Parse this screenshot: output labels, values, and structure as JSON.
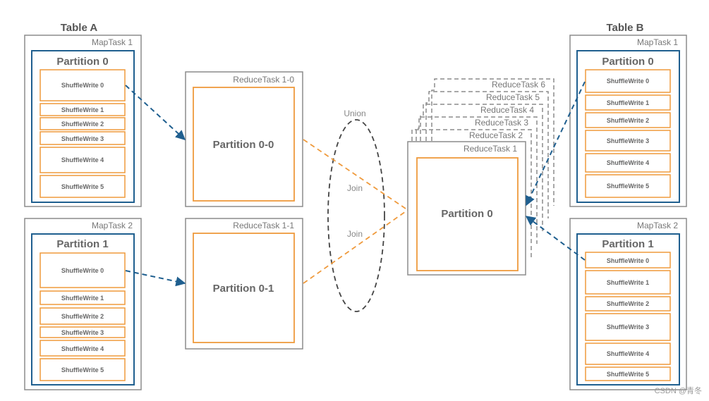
{
  "table_a": {
    "title": "Table A",
    "maptask1": {
      "label": "MapTask 1",
      "partition": "Partition 0",
      "writes": [
        "ShuffleWrite 0",
        "ShuffleWrite 1",
        "ShuffleWrite 2",
        "ShuffleWrite 3",
        "ShuffleWrite 4",
        "ShuffleWrite 5"
      ]
    },
    "maptask2": {
      "label": "MapTask 2",
      "partition": "Partition 1",
      "writes": [
        "ShuffleWrite 0",
        "ShuffleWrite 1",
        "ShuffleWrite 2",
        "ShuffleWrite 3",
        "ShuffleWrite 4",
        "ShuffleWrite 5"
      ]
    }
  },
  "reduce_left": {
    "task_1_0": {
      "label": "ReduceTask 1-0",
      "partition": "Partition 0-0"
    },
    "task_1_1": {
      "label": "ReduceTask 1-1",
      "partition": "Partition 0-1"
    }
  },
  "union": {
    "label": "Union",
    "join_labels": [
      "Join",
      "Join"
    ]
  },
  "reduce_right": {
    "stack_labels": [
      "ReduceTask 6",
      "ReduceTask 5",
      "ReduceTask 4",
      "ReduceTask 3",
      "ReduceTask 2"
    ],
    "front_label": "ReduceTask 1",
    "partition": "Partition 0"
  },
  "table_b": {
    "title": "Table B",
    "maptask1": {
      "label": "MapTask 1",
      "partition": "Partition 0",
      "writes": [
        "ShuffleWrite 0",
        "ShuffleWrite 1",
        "ShuffleWrite 2",
        "ShuffleWrite 3",
        "ShuffleWrite 4",
        "ShuffleWrite 5"
      ]
    },
    "maptask2": {
      "label": "MapTask 2",
      "partition": "Partition 1",
      "writes": [
        "ShuffleWrite 0",
        "ShuffleWrite 1",
        "ShuffleWrite 2",
        "ShuffleWrite 3",
        "ShuffleWrite 4",
        "ShuffleWrite 5"
      ]
    }
  },
  "watermark": "CSDN @青冬",
  "colors": {
    "outer_box": "#8c8c8c",
    "partition_box": "#1f5f8f",
    "shuffle_box": "#ef9a3c",
    "arrow": "#1f5f8f",
    "join_line": "#ef9a3c",
    "union_ellipse": "#444444"
  }
}
